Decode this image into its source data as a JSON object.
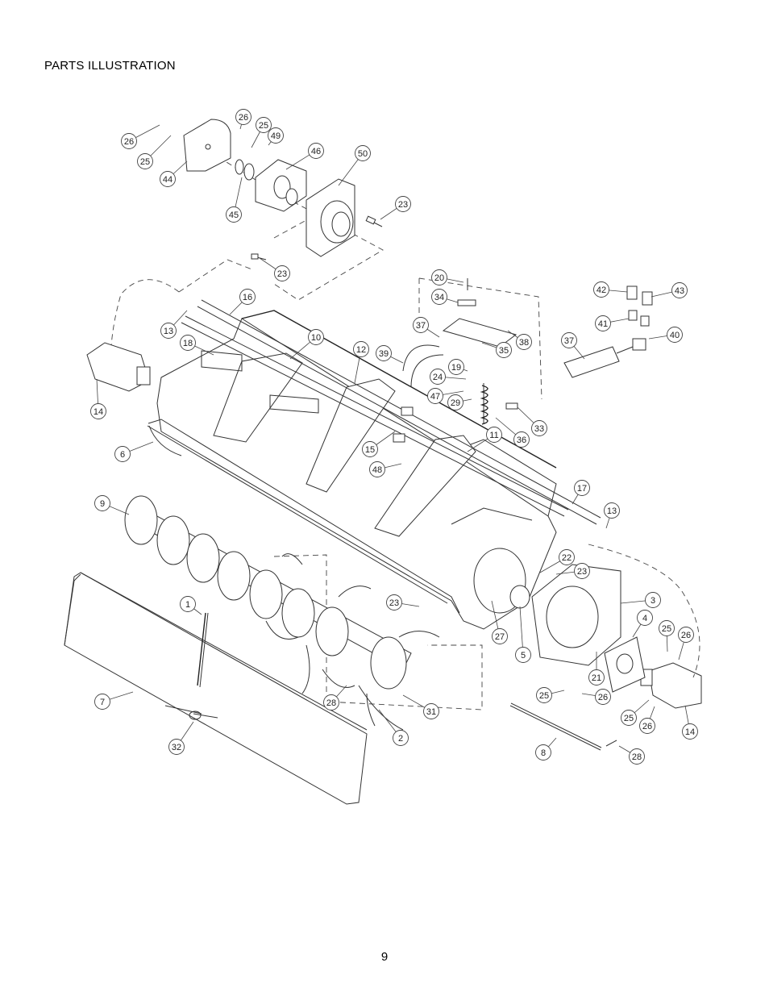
{
  "page": {
    "heading": "PARTS ILLUSTRATION",
    "page_number": "9"
  },
  "callouts": [
    {
      "id": "c26a",
      "label": "26"
    },
    {
      "id": "c25a",
      "label": "25"
    },
    {
      "id": "c44",
      "label": "44"
    },
    {
      "id": "c26b",
      "label": "26"
    },
    {
      "id": "c25b",
      "label": "25"
    },
    {
      "id": "c49",
      "label": "49"
    },
    {
      "id": "c46",
      "label": "46"
    },
    {
      "id": "c50",
      "label": "50"
    },
    {
      "id": "c45",
      "label": "45"
    },
    {
      "id": "c23a",
      "label": "23"
    },
    {
      "id": "c23b",
      "label": "23"
    },
    {
      "id": "c20",
      "label": "20"
    },
    {
      "id": "c34",
      "label": "34"
    },
    {
      "id": "c42",
      "label": "42"
    },
    {
      "id": "c43",
      "label": "43"
    },
    {
      "id": "c41",
      "label": "41"
    },
    {
      "id": "c40",
      "label": "40"
    },
    {
      "id": "c37a",
      "label": "37"
    },
    {
      "id": "c37b",
      "label": "37"
    },
    {
      "id": "c38",
      "label": "38"
    },
    {
      "id": "c35",
      "label": "35"
    },
    {
      "id": "c39",
      "label": "39"
    },
    {
      "id": "c19",
      "label": "19"
    },
    {
      "id": "c24",
      "label": "24"
    },
    {
      "id": "c47",
      "label": "47"
    },
    {
      "id": "c29",
      "label": "29"
    },
    {
      "id": "c33",
      "label": "33"
    },
    {
      "id": "c36",
      "label": "36"
    },
    {
      "id": "c16",
      "label": "16"
    },
    {
      "id": "c13a",
      "label": "13"
    },
    {
      "id": "c18",
      "label": "18"
    },
    {
      "id": "c10",
      "label": "10"
    },
    {
      "id": "c12",
      "label": "12"
    },
    {
      "id": "c14a",
      "label": "14"
    },
    {
      "id": "c6",
      "label": "6"
    },
    {
      "id": "c15",
      "label": "15"
    },
    {
      "id": "c11",
      "label": "11"
    },
    {
      "id": "c48",
      "label": "48"
    },
    {
      "id": "c17",
      "label": "17"
    },
    {
      "id": "c13b",
      "label": "13"
    },
    {
      "id": "c9",
      "label": "9"
    },
    {
      "id": "c22",
      "label": "22"
    },
    {
      "id": "c23c",
      "label": "23"
    },
    {
      "id": "c3",
      "label": "3"
    },
    {
      "id": "c23d",
      "label": "23"
    },
    {
      "id": "c1",
      "label": "1"
    },
    {
      "id": "c27",
      "label": "27"
    },
    {
      "id": "c5",
      "label": "5"
    },
    {
      "id": "c4",
      "label": "4"
    },
    {
      "id": "c25c",
      "label": "25"
    },
    {
      "id": "c26c",
      "label": "26"
    },
    {
      "id": "c21",
      "label": "21"
    },
    {
      "id": "c25d",
      "label": "25"
    },
    {
      "id": "c26d",
      "label": "26"
    },
    {
      "id": "c25e",
      "label": "25"
    },
    {
      "id": "c26e",
      "label": "26"
    },
    {
      "id": "c14b",
      "label": "14"
    },
    {
      "id": "c7",
      "label": "7"
    },
    {
      "id": "c28a",
      "label": "28"
    },
    {
      "id": "c31",
      "label": "31"
    },
    {
      "id": "c2",
      "label": "2"
    },
    {
      "id": "c32",
      "label": "32"
    },
    {
      "id": "c8",
      "label": "8"
    },
    {
      "id": "c28b",
      "label": "28"
    }
  ]
}
